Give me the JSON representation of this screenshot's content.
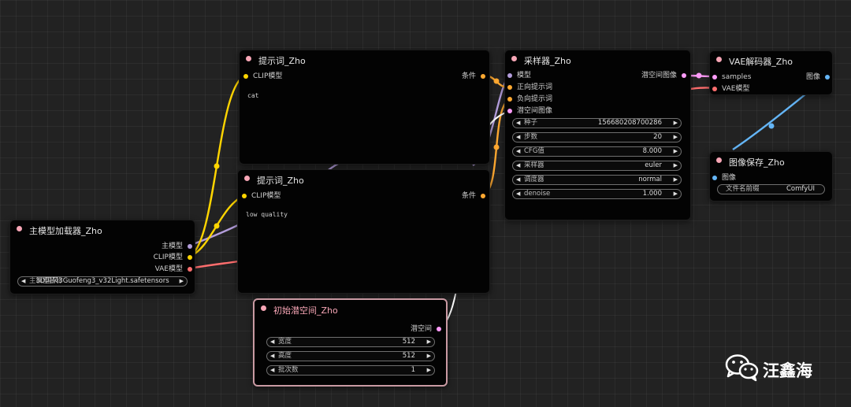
{
  "nodes": {
    "prompt_positive": {
      "title": "提示词_Zho",
      "input_clip": "CLIP模型",
      "output_cond": "条件",
      "text": "cat"
    },
    "prompt_negative": {
      "title": "提示词_Zho",
      "input_clip": "CLIP模型",
      "output_cond": "条件",
      "text": "low quality"
    },
    "sampler": {
      "title": "采样器_Zho",
      "inputs": [
        "模型",
        "正向提示词",
        "负向提示词",
        "潜空间图像"
      ],
      "output": "潜空间图像",
      "widgets": [
        {
          "label": "种子",
          "value": "156680208700286"
        },
        {
          "label": "步数",
          "value": "20"
        },
        {
          "label": "CFG值",
          "value": "8.000"
        },
        {
          "label": "采样器",
          "value": "euler"
        },
        {
          "label": "调度器",
          "value": "normal"
        },
        {
          "label": "denoise",
          "value": "1.000"
        }
      ]
    },
    "vae_decoder": {
      "title": "VAE解码器_Zho",
      "input_samples": "samples",
      "input_vae": "VAE模型",
      "output_image": "图像"
    },
    "image_save": {
      "title": "图像保存_Zho",
      "input_image": "图像",
      "widget_label": "文件名前缀",
      "widget_value": "ComfyUI"
    },
    "model_loader": {
      "title": "主模型加载器_Zho",
      "outputs": [
        "主模型",
        "CLIP模型",
        "VAE模型"
      ],
      "widget_label": "主模型名称",
      "widget_value": "3D国风3Guofeng3_v32Light.safetensors"
    },
    "latent": {
      "title": "初始潜空间_Zho",
      "output": "潜空间",
      "widgets": [
        {
          "label": "宽度",
          "value": "512"
        },
        {
          "label": "高度",
          "value": "512"
        },
        {
          "label": "批次数",
          "value": "1"
        }
      ]
    }
  },
  "link_colors": {
    "clip": "#ffd500",
    "conditioning": "#ffa931",
    "model": "#b39ddb",
    "latent": "#ff9cf9",
    "latent_link": "#ffffff",
    "vae": "#ff6e6e",
    "image": "#64b5f6"
  },
  "watermark": {
    "icon": "wechat-icon",
    "text": "汪鑫海"
  }
}
